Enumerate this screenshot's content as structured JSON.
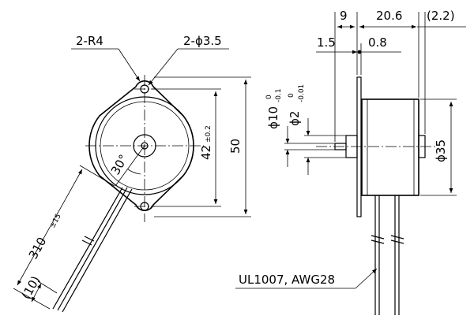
{
  "labels": {
    "corner_radius": "2-R4",
    "mount_holes": "2-ϕ3.5",
    "dim_hole_spacing": "42",
    "dim_hole_spacing_tol": "±0.2",
    "dim_flange_height": "50",
    "dim_angle": "30°",
    "dim_lead_length": "310",
    "dim_lead_length_tol": "±15",
    "dim_lead_strip": "(10)",
    "dim_depth_1": "9",
    "dim_depth_2": "20.6",
    "dim_depth_3": "(2.2)",
    "dim_offset_1": "1.5",
    "dim_offset_2": "0.8",
    "dim_shaft_outer": "ϕ10",
    "dim_shaft_outer_tol_upper": "0",
    "dim_shaft_outer_tol_lower": "-0.1",
    "dim_shaft_inner": "ϕ2",
    "dim_shaft_inner_tol_upper": "0",
    "dim_shaft_inner_tol_lower": "-0.01",
    "dim_body_diameter": "ϕ35",
    "wire_spec": "UL1007, AWG28"
  }
}
